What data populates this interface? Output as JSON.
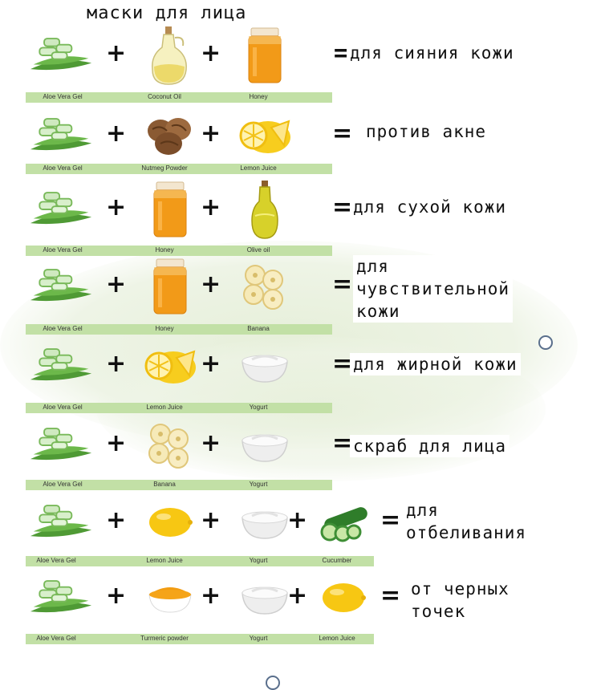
{
  "title": "маски для лица",
  "rows": [
    {
      "items": [
        "aloe",
        "oil-bottle",
        "honey-jar"
      ],
      "labels": [
        "Aloe Vera Gel",
        "Coconut Oil",
        "Honey"
      ],
      "result": "для сияния кожи"
    },
    {
      "items": [
        "aloe",
        "nutmeg",
        "lemon-slices"
      ],
      "labels": [
        "Aloe Vera Gel",
        "Nutmeg Powder",
        "Lemon Juice"
      ],
      "result": "против акне"
    },
    {
      "items": [
        "aloe",
        "honey-jar",
        "olive-oil-bottle"
      ],
      "labels": [
        "Aloe Vera Gel",
        "Honey",
        "Olive oil"
      ],
      "result": "для сухой кожи"
    },
    {
      "items": [
        "aloe",
        "honey-jar",
        "banana-slices"
      ],
      "labels": [
        "Aloe Vera Gel",
        "Honey",
        "Banana"
      ],
      "result": "для\nчувствительной\nкожи"
    },
    {
      "items": [
        "aloe",
        "lemon-slices",
        "yogurt-bowl"
      ],
      "labels": [
        "Aloe Vera Gel",
        "Lemon Juice",
        "Yogurt"
      ],
      "result": "для жирной кожи"
    },
    {
      "items": [
        "aloe",
        "banana-slices",
        "yogurt-bowl"
      ],
      "labels": [
        "Aloe Vera Gel",
        "Banana",
        "Yogurt"
      ],
      "result": "скраб для лица"
    },
    {
      "items": [
        "aloe",
        "lemon",
        "yogurt-bowl",
        "cucumber"
      ],
      "labels": [
        "Aloe Vera Gel",
        "Lemon Juice",
        "Yogurt",
        "Cucumber"
      ],
      "result": "для\nотбеливания"
    },
    {
      "items": [
        "aloe",
        "turmeric-bowl",
        "yogurt-bowl",
        "lemon"
      ],
      "labels": [
        "Aloe Vera Gel",
        "Turmeric powder",
        "Yogurt",
        "Lemon Juice"
      ],
      "result": "от черных\nточек"
    }
  ],
  "symbols": {
    "plus": "+",
    "equals": "="
  },
  "colors": {
    "label_strip": "#c2e0a6",
    "aloe": "#5aa83c",
    "honey": "#f2a01c",
    "lemon": "#f7cf1f"
  }
}
